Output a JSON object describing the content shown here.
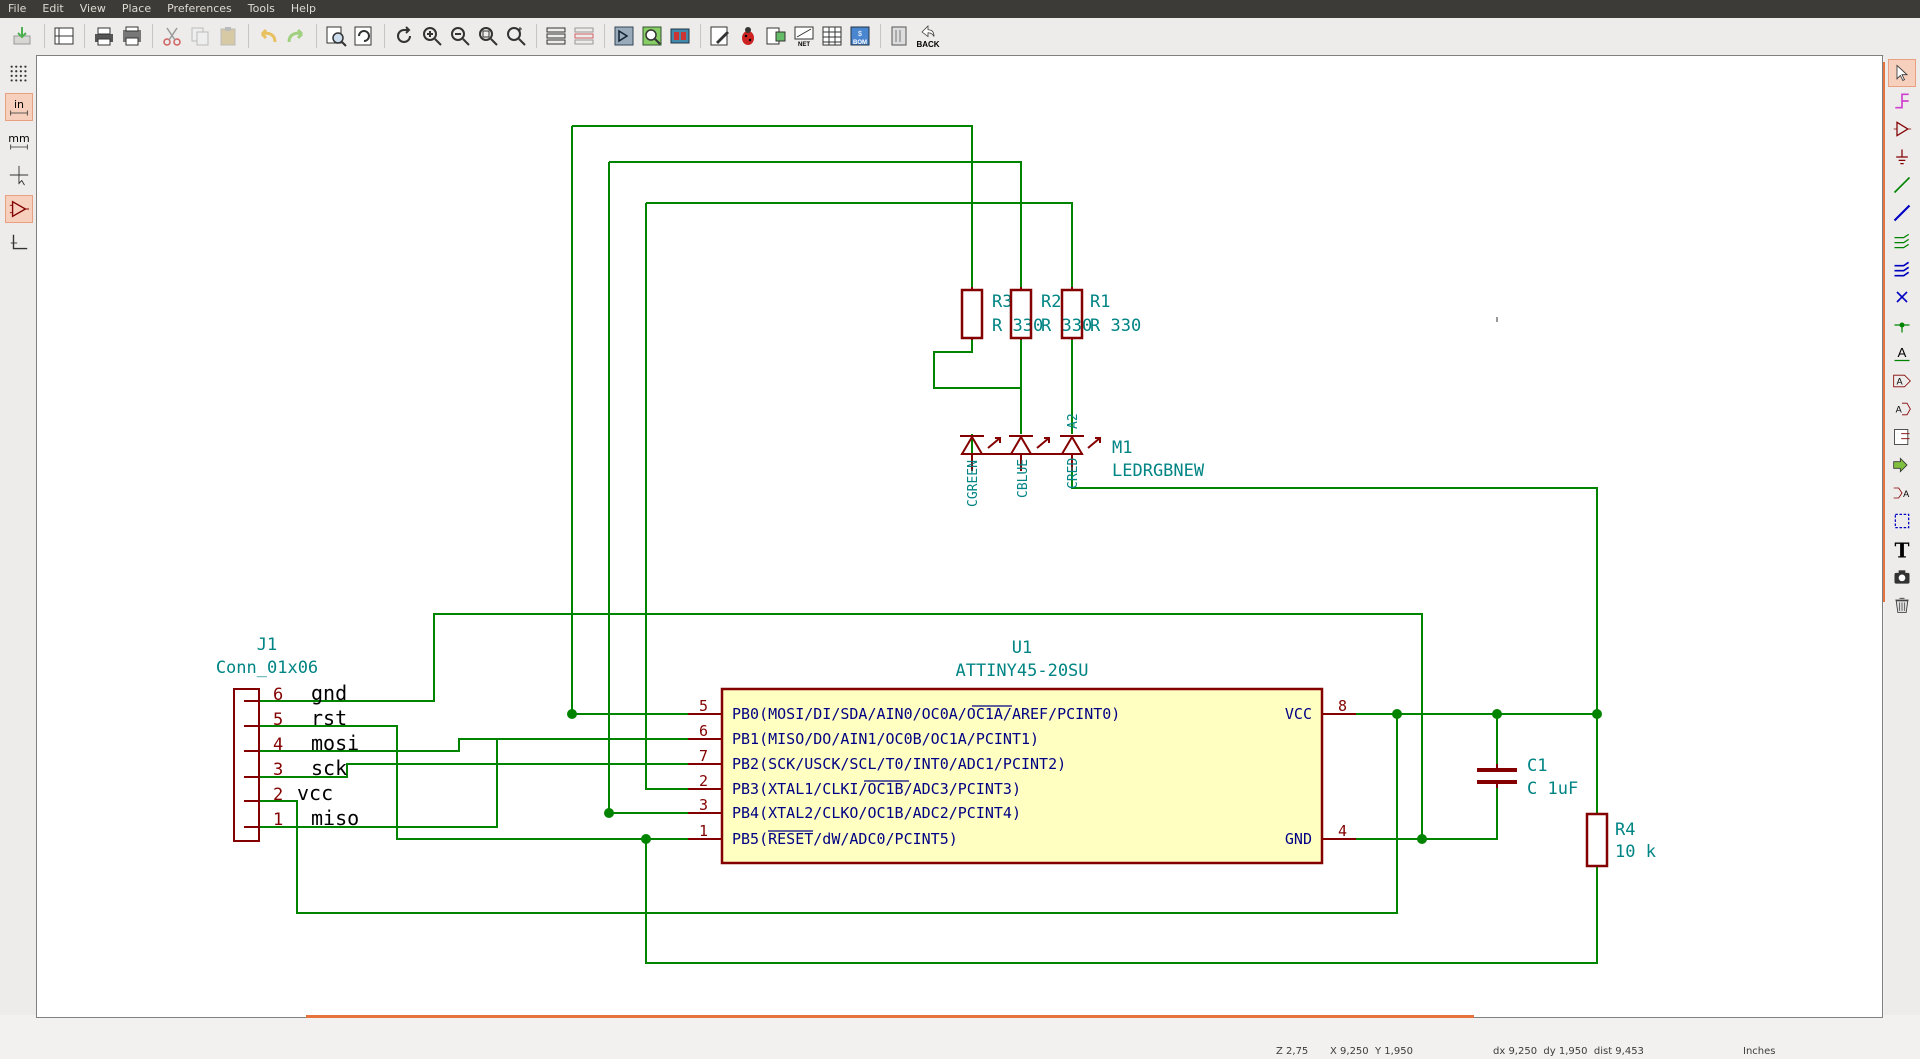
{
  "menu": [
    "File",
    "Edit",
    "View",
    "Place",
    "Preferences",
    "Tools",
    "Help"
  ],
  "toolbar": {
    "back_label": "BACK",
    "net_label": "NET",
    "bom_label": "BOM"
  },
  "left_toolbar": {
    "inch_label": "in",
    "mm_label": "mm"
  },
  "schematic": {
    "j1": {
      "ref": "J1",
      "value": "Conn_01x06",
      "pins": [
        {
          "num": "6",
          "name": "gnd"
        },
        {
          "num": "5",
          "name": "rst"
        },
        {
          "num": "4",
          "name": "mosi"
        },
        {
          "num": "3",
          "name": "sck"
        },
        {
          "num": "2",
          "name": "vcc"
        },
        {
          "num": "1",
          "name": "miso"
        }
      ]
    },
    "u1": {
      "ref": "U1",
      "value": "ATTINY45-20SU",
      "left_pins": [
        {
          "num": "5",
          "name": "PB0(MOSI/DI/SDA/AIN0/OC0A/OC1A/AREF/PCINT0)"
        },
        {
          "num": "6",
          "name": "PB1(MISO/DO/AIN1/OC0B/OC1A/PCINT1)"
        },
        {
          "num": "7",
          "name": "PB2(SCK/USCK/SCL/T0/INT0/ADC1/PCINT2)"
        },
        {
          "num": "2",
          "name": "PB3(XTAL1/CLKI/OC1B/ADC3/PCINT3)"
        },
        {
          "num": "3",
          "name": "PB4(XTAL2/CLKO/OC1B/ADC2/PCINT4)"
        },
        {
          "num": "1",
          "name": "PB5(RESET/dW/ADC0/PCINT5)"
        }
      ],
      "right_pins": [
        {
          "num": "8",
          "name": "VCC"
        },
        {
          "num": "4",
          "name": "GND"
        }
      ]
    },
    "r1": {
      "ref": "R1",
      "value": "R 330"
    },
    "r2": {
      "ref": "R2",
      "value": "R 330"
    },
    "r3": {
      "ref": "R3",
      "value": "R 330"
    },
    "r4": {
      "ref": "R4",
      "value": "10 k"
    },
    "c1": {
      "ref": "C1",
      "value": "C 1uF"
    },
    "m1": {
      "ref": "M1",
      "value": "LEDRGBNEW",
      "pins": [
        "CGREEN",
        "CBLUE",
        "CRED",
        "A2"
      ]
    }
  },
  "status": {
    "zoom": "Z 2,75",
    "coords": "X 9,250  Y 1,950",
    "delta": "dx 9,250  dy 1,950  dist 9,453",
    "units": "Inches"
  },
  "colors": {
    "wire": "#008400",
    "component": "#840000",
    "fill": "#ffffc2",
    "text": "#008484",
    "pin_text": "#000084"
  }
}
